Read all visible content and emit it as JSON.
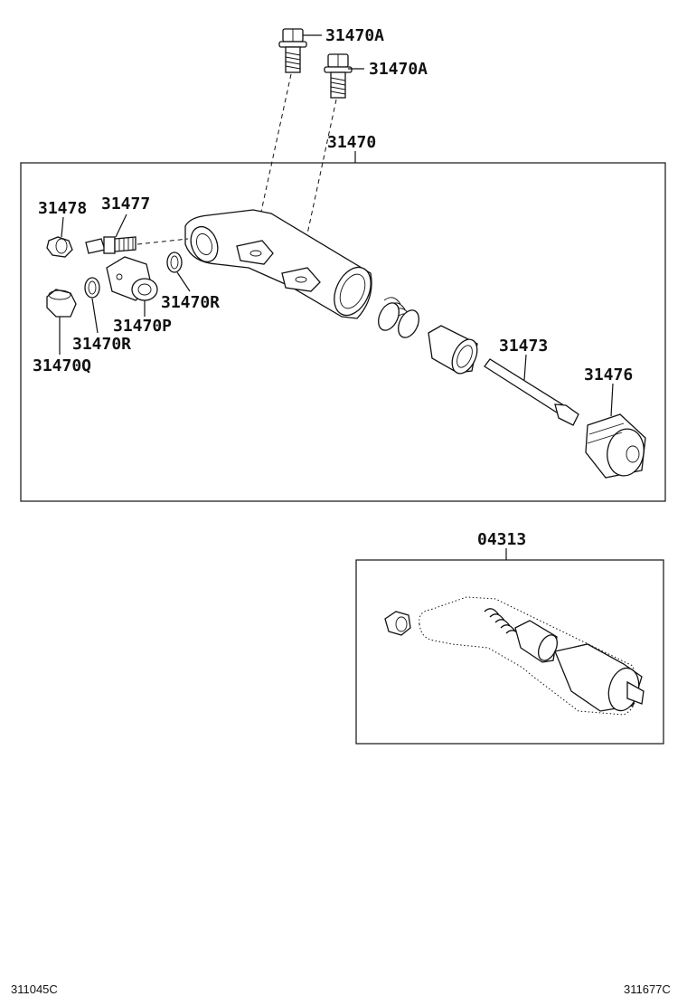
{
  "labels": {
    "bolt_a_1": "31470A",
    "bolt_a_2": "31470A",
    "assembly": "31470",
    "plug_31478": "31478",
    "bleeder_31477": "31477",
    "washer_r_right": "31470R",
    "union_p": "31470P",
    "washer_r_left": "31470R",
    "plug_q": "31470Q",
    "push_rod": "31473",
    "boot": "31476",
    "kit": "04313"
  },
  "footer": {
    "left_code": "311045C",
    "right_code": "311677C"
  }
}
